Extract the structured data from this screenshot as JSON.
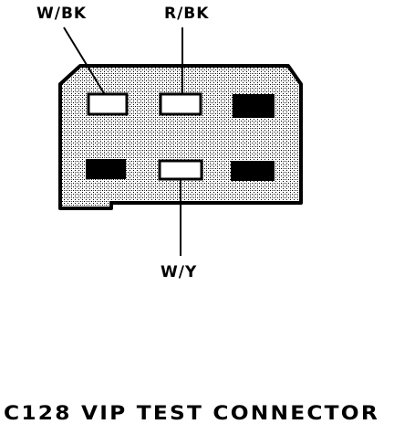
{
  "diagram": {
    "labels": {
      "top_left_wire": "W/BK",
      "top_center_wire": "R/BK",
      "bottom_center_wire": "W/Y"
    },
    "caption": "C128 VIP TEST CONNECTOR",
    "colors": {
      "ink": "#000000",
      "paper": "#ffffff",
      "housing_fill": "#d9d9d9"
    },
    "cavities": [
      {
        "row": 1,
        "col": 1,
        "state": "wired",
        "wire": "W/BK"
      },
      {
        "row": 1,
        "col": 2,
        "state": "wired",
        "wire": "R/BK"
      },
      {
        "row": 1,
        "col": 3,
        "state": "empty"
      },
      {
        "row": 2,
        "col": 1,
        "state": "empty"
      },
      {
        "row": 2,
        "col": 2,
        "state": "wired",
        "wire": "W/Y"
      },
      {
        "row": 2,
        "col": 3,
        "state": "empty"
      }
    ]
  }
}
